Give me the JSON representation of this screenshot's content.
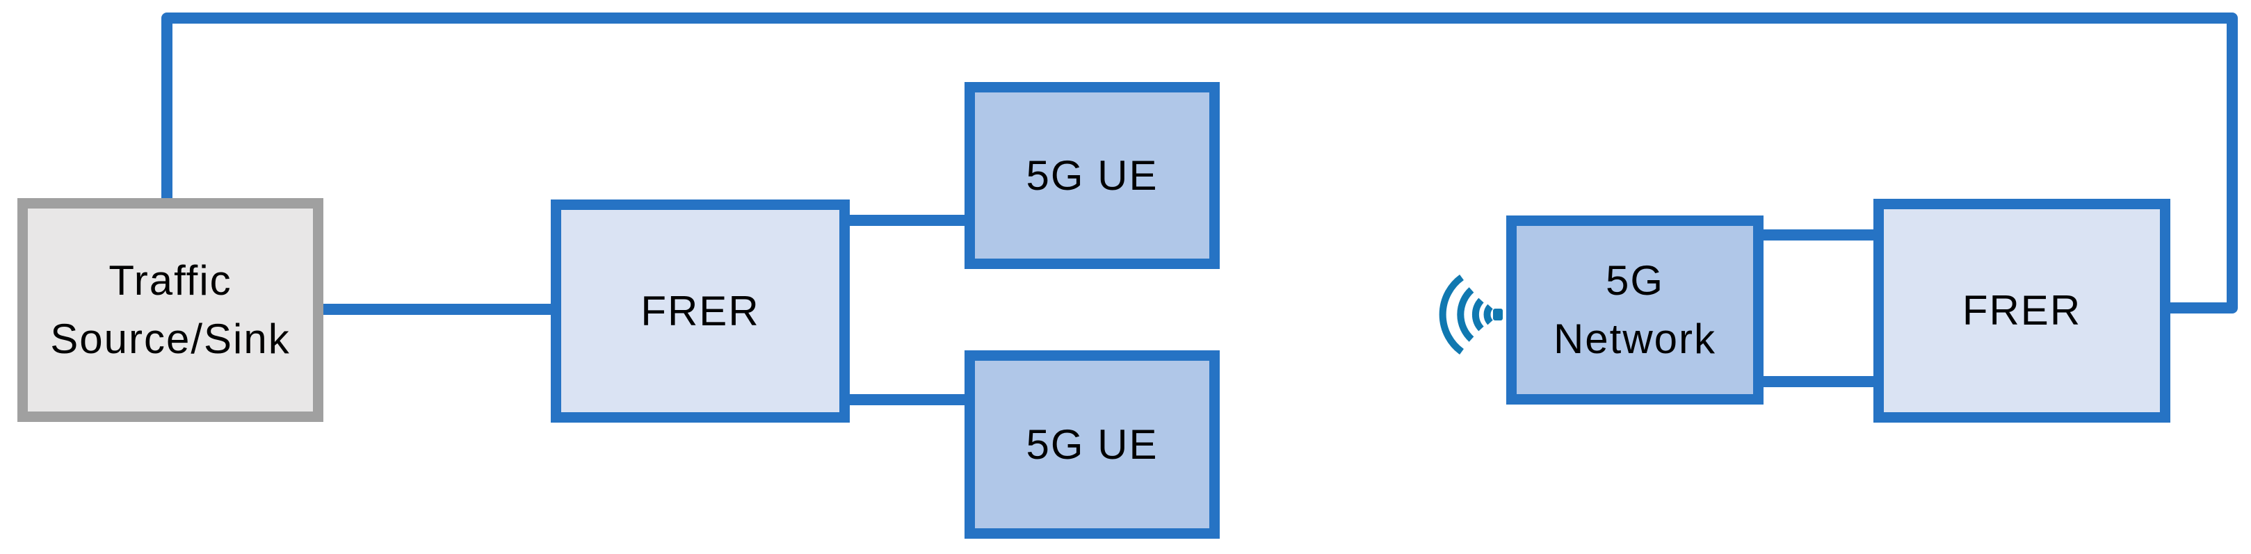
{
  "colors": {
    "background": "#FFFFFF",
    "connector": "#2673C4",
    "node_border": "#2673C4",
    "frer_fill": "#DAE3F3",
    "device_fill": "#B0C7E8",
    "traffic_fill": "#E8E7E7",
    "traffic_border": "#A0A0A0",
    "wireless_icon": "#1078B0",
    "text": "#000000"
  },
  "nodes": {
    "traffic": {
      "lines": [
        "Traffic",
        "Source/Sink"
      ]
    },
    "frer_left": {
      "lines": [
        "FRER"
      ]
    },
    "ue_top": {
      "lines": [
        "5G UE"
      ]
    },
    "ue_bottom": {
      "lines": [
        "5G UE"
      ]
    },
    "network": {
      "lines": [
        "5G",
        "Network"
      ]
    },
    "frer_right": {
      "lines": [
        "FRER"
      ]
    }
  },
  "icons": {
    "wireless_signal_icon": "left-pointing radio wave arcs ((("
  }
}
